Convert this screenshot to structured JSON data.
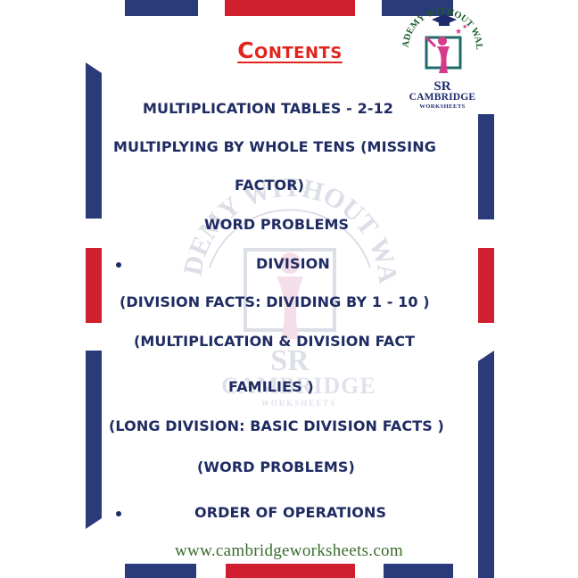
{
  "heading": "Contents",
  "logo": {
    "arc_text": "ACADEMY WITHOUT WALLS",
    "monogram": "SR",
    "title": "CAMBRIDGE",
    "subtitle": "WORKSHEETS"
  },
  "watermark": {
    "title": "CAMBRIDGE",
    "subtitle": "WORKSHEETS"
  },
  "contents": [
    "MULTIPLICATION TABLES - 2-12",
    "MULTIPLYING BY WHOLE TENS (MISSING",
    "FACTOR)",
    "WORD PROBLEMS",
    "DIVISION",
    "(DIVISION FACTS: DIVIDING BY 1 - 10 )",
    "(MULTIPLICATION & DIVISION FACT",
    "FAMILIES )",
    "(LONG DIVISION: BASIC DIVISION FACTS )",
    "(WORD PROBLEMS)",
    "ORDER OF OPERATIONS"
  ],
  "footer": "www.cambridgeworksheets.com",
  "colors": {
    "navy": "#2b3a78",
    "red": "#d0202f",
    "heading": "#e1241c",
    "text": "#1f2c63",
    "footer": "#3a6d2c"
  }
}
